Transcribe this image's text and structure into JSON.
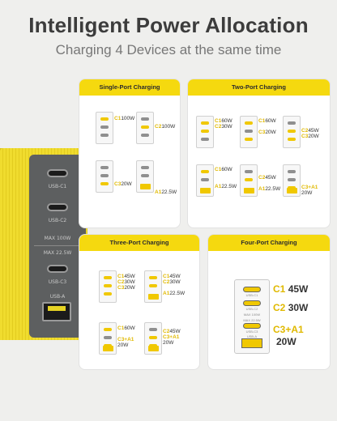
{
  "header": {
    "title": "Intelligent Power Allocation",
    "subtitle": "Charging 4 Devices at the same time"
  },
  "charger": {
    "ports": [
      "USB-C1",
      "USB-C2",
      "MAX 100W",
      "MAX 22.5W",
      "USB-C3",
      "USB-A"
    ]
  },
  "panels": {
    "single": {
      "title": "Single-Port Charging",
      "configs": [
        [
          {
            "port": "C1",
            "watts": "100W"
          }
        ],
        [
          {
            "port": "C2",
            "watts": "100W"
          }
        ],
        [
          {
            "port": "C3",
            "watts": "20W"
          }
        ],
        [
          {
            "port": "A1",
            "watts": "22.5W"
          }
        ]
      ]
    },
    "two": {
      "title": "Two-Port Charging",
      "configs": [
        [
          {
            "port": "C1",
            "watts": "60W"
          },
          {
            "port": "C2",
            "watts": "30W"
          }
        ],
        [
          {
            "port": "C1",
            "watts": "60W"
          },
          {
            "port": "C3",
            "watts": "20W"
          }
        ],
        [
          {
            "port": "C2",
            "watts": "45W"
          },
          {
            "port": "C3",
            "watts": "20W"
          }
        ],
        [
          {
            "port": "C1",
            "watts": "60W"
          },
          {
            "port": "A1",
            "watts": "22.5W"
          }
        ],
        [
          {
            "port": "C2",
            "watts": "45W"
          },
          {
            "port": "A1",
            "watts": "22.5W"
          }
        ],
        [
          {
            "port": "C3+A1",
            "watts": "20W"
          }
        ]
      ]
    },
    "three": {
      "title": "Three-Port Charging",
      "configs": [
        [
          {
            "port": "C1",
            "watts": "45W"
          },
          {
            "port": "C2",
            "watts": "30W"
          },
          {
            "port": "C3",
            "watts": "20W"
          }
        ],
        [
          {
            "port": "C1",
            "watts": "45W"
          },
          {
            "port": "C2",
            "watts": "30W"
          },
          {
            "port": "A1",
            "watts": "22.5W"
          }
        ],
        [
          {
            "port": "C1",
            "watts": "60W"
          },
          {
            "port": "C3+A1",
            "watts": "20W"
          }
        ],
        [
          {
            "port": "C2",
            "watts": "45W"
          },
          {
            "port": "C3+A1",
            "watts": "20W"
          }
        ]
      ]
    },
    "four": {
      "title": "Four-Port Charging",
      "configs": [
        [
          {
            "port": "C1",
            "watts": "45W"
          },
          {
            "port": "C2",
            "watts": "30W"
          },
          {
            "port": "C3+A1",
            "watts": "20W"
          }
        ]
      ],
      "device_text": [
        "USB-C1",
        "USB-C2",
        "MAX 100W",
        "MAX 22.5W",
        "USB-C3",
        "USB-A"
      ]
    }
  },
  "colors": {
    "accent_yellow": "#f5d90f",
    "label_yellow": "#e0b900",
    "background": "#efefed"
  }
}
